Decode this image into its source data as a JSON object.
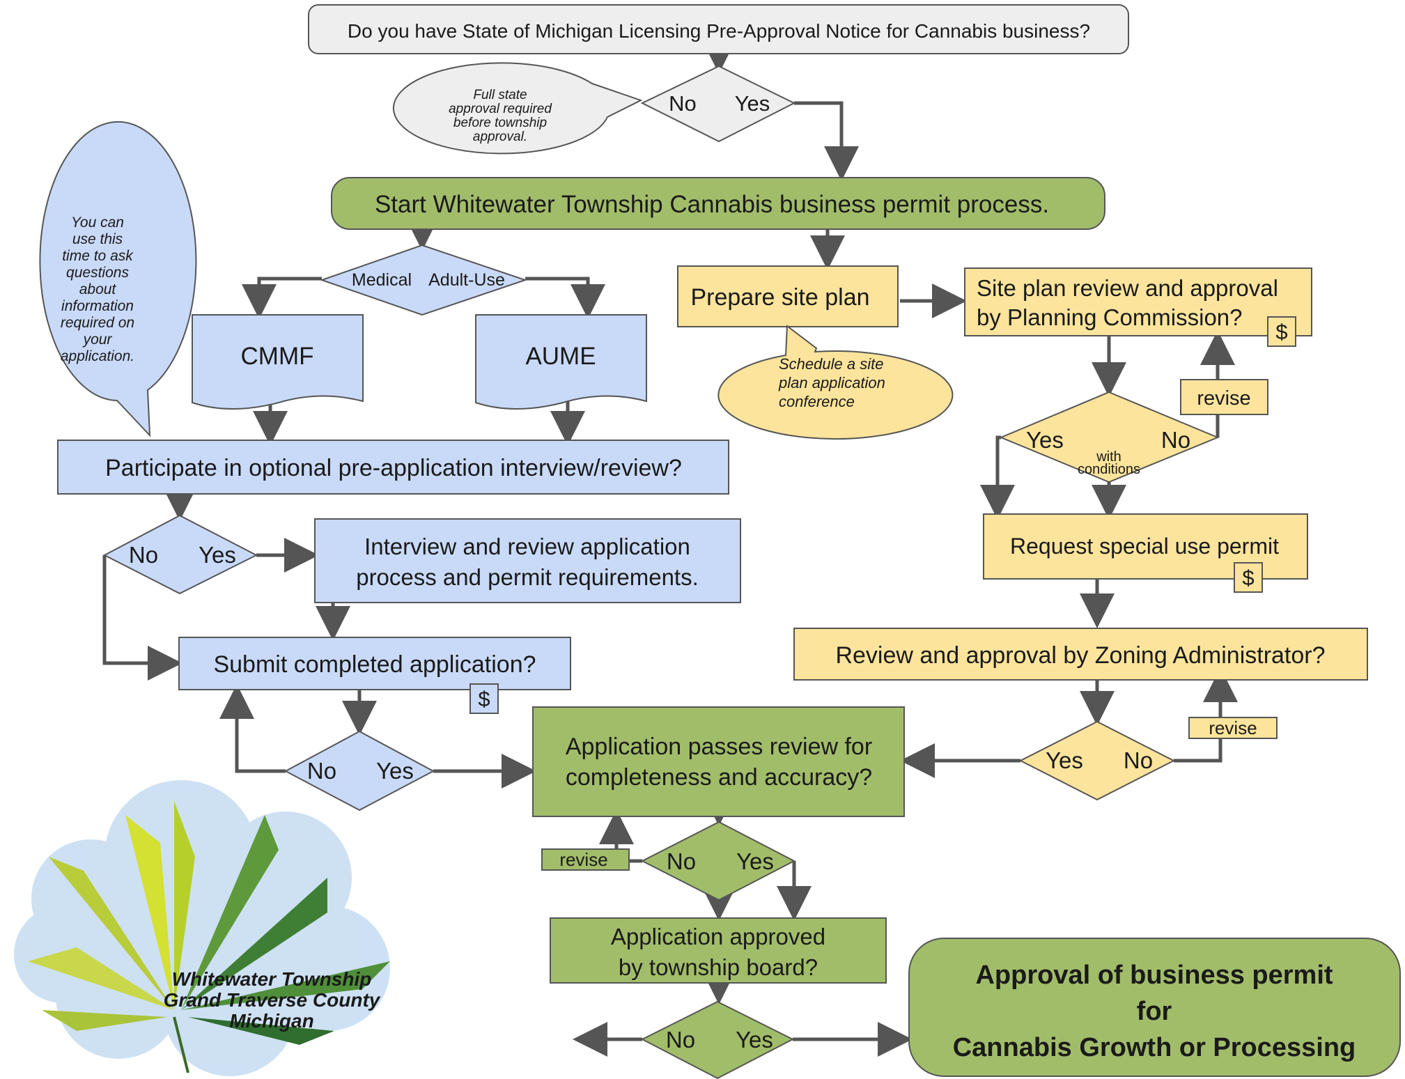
{
  "colors": {
    "grey_fill": "#eeeeee",
    "green_fill": "#a2bd6a",
    "blue_fill": "#c9daf8",
    "yellow_fill": "#fce49c",
    "stroke": "#555555",
    "arrow": "#555555"
  },
  "question_top": "Do you have State of Michigan Licensing Pre-Approval Notice for Cannabis business?",
  "d1": {
    "no": "No",
    "yes": "Yes"
  },
  "bubble_state": [
    "Full state",
    "approval required",
    "before township",
    "approval."
  ],
  "start": "Start Whitewater Township Cannabis business permit process.",
  "bubble_ask": [
    "You can",
    "use this",
    "time to ask",
    "questions",
    "about",
    "information",
    "required on",
    "your",
    "application."
  ],
  "d_type": {
    "medical": "Medical",
    "adult": "Adult-Use"
  },
  "cmmf": "CMMF",
  "aume": "AUME",
  "participate": "Participate in optional pre-application interview/review?",
  "d2": {
    "no": "No",
    "yes": "Yes"
  },
  "interview": [
    "Interview and review application",
    "process and permit requirements."
  ],
  "submit": "Submit completed application?",
  "fee": "$",
  "d3": {
    "no": "No",
    "yes": "Yes"
  },
  "prepare": "Prepare site plan",
  "bubble_conf": [
    "Schedule a site",
    "plan application",
    "conference"
  ],
  "siteplan_review": [
    "Site plan review and approval",
    "by Planning Commission?"
  ],
  "revise": "revise",
  "d_pc": {
    "yes": "Yes",
    "no": "No",
    "with": "with",
    "conditions": "conditions"
  },
  "sup": "Request special use permit",
  "zoning": "Review and approval by Zoning Administrator?",
  "d_za": {
    "yes": "Yes",
    "no": "No"
  },
  "passes": [
    "Application passes review for",
    "completeness and accuracy?"
  ],
  "d4": {
    "no": "No",
    "yes": "Yes"
  },
  "board": [
    "Application approved",
    "by township board?"
  ],
  "d5": {
    "no": "No",
    "yes": "Yes"
  },
  "final": [
    "Approval of business permit",
    "for",
    "Cannabis Growth or Processing"
  ],
  "logo_text": [
    "Whitewater Township",
    "Grand Traverse County",
    "Michigan"
  ]
}
